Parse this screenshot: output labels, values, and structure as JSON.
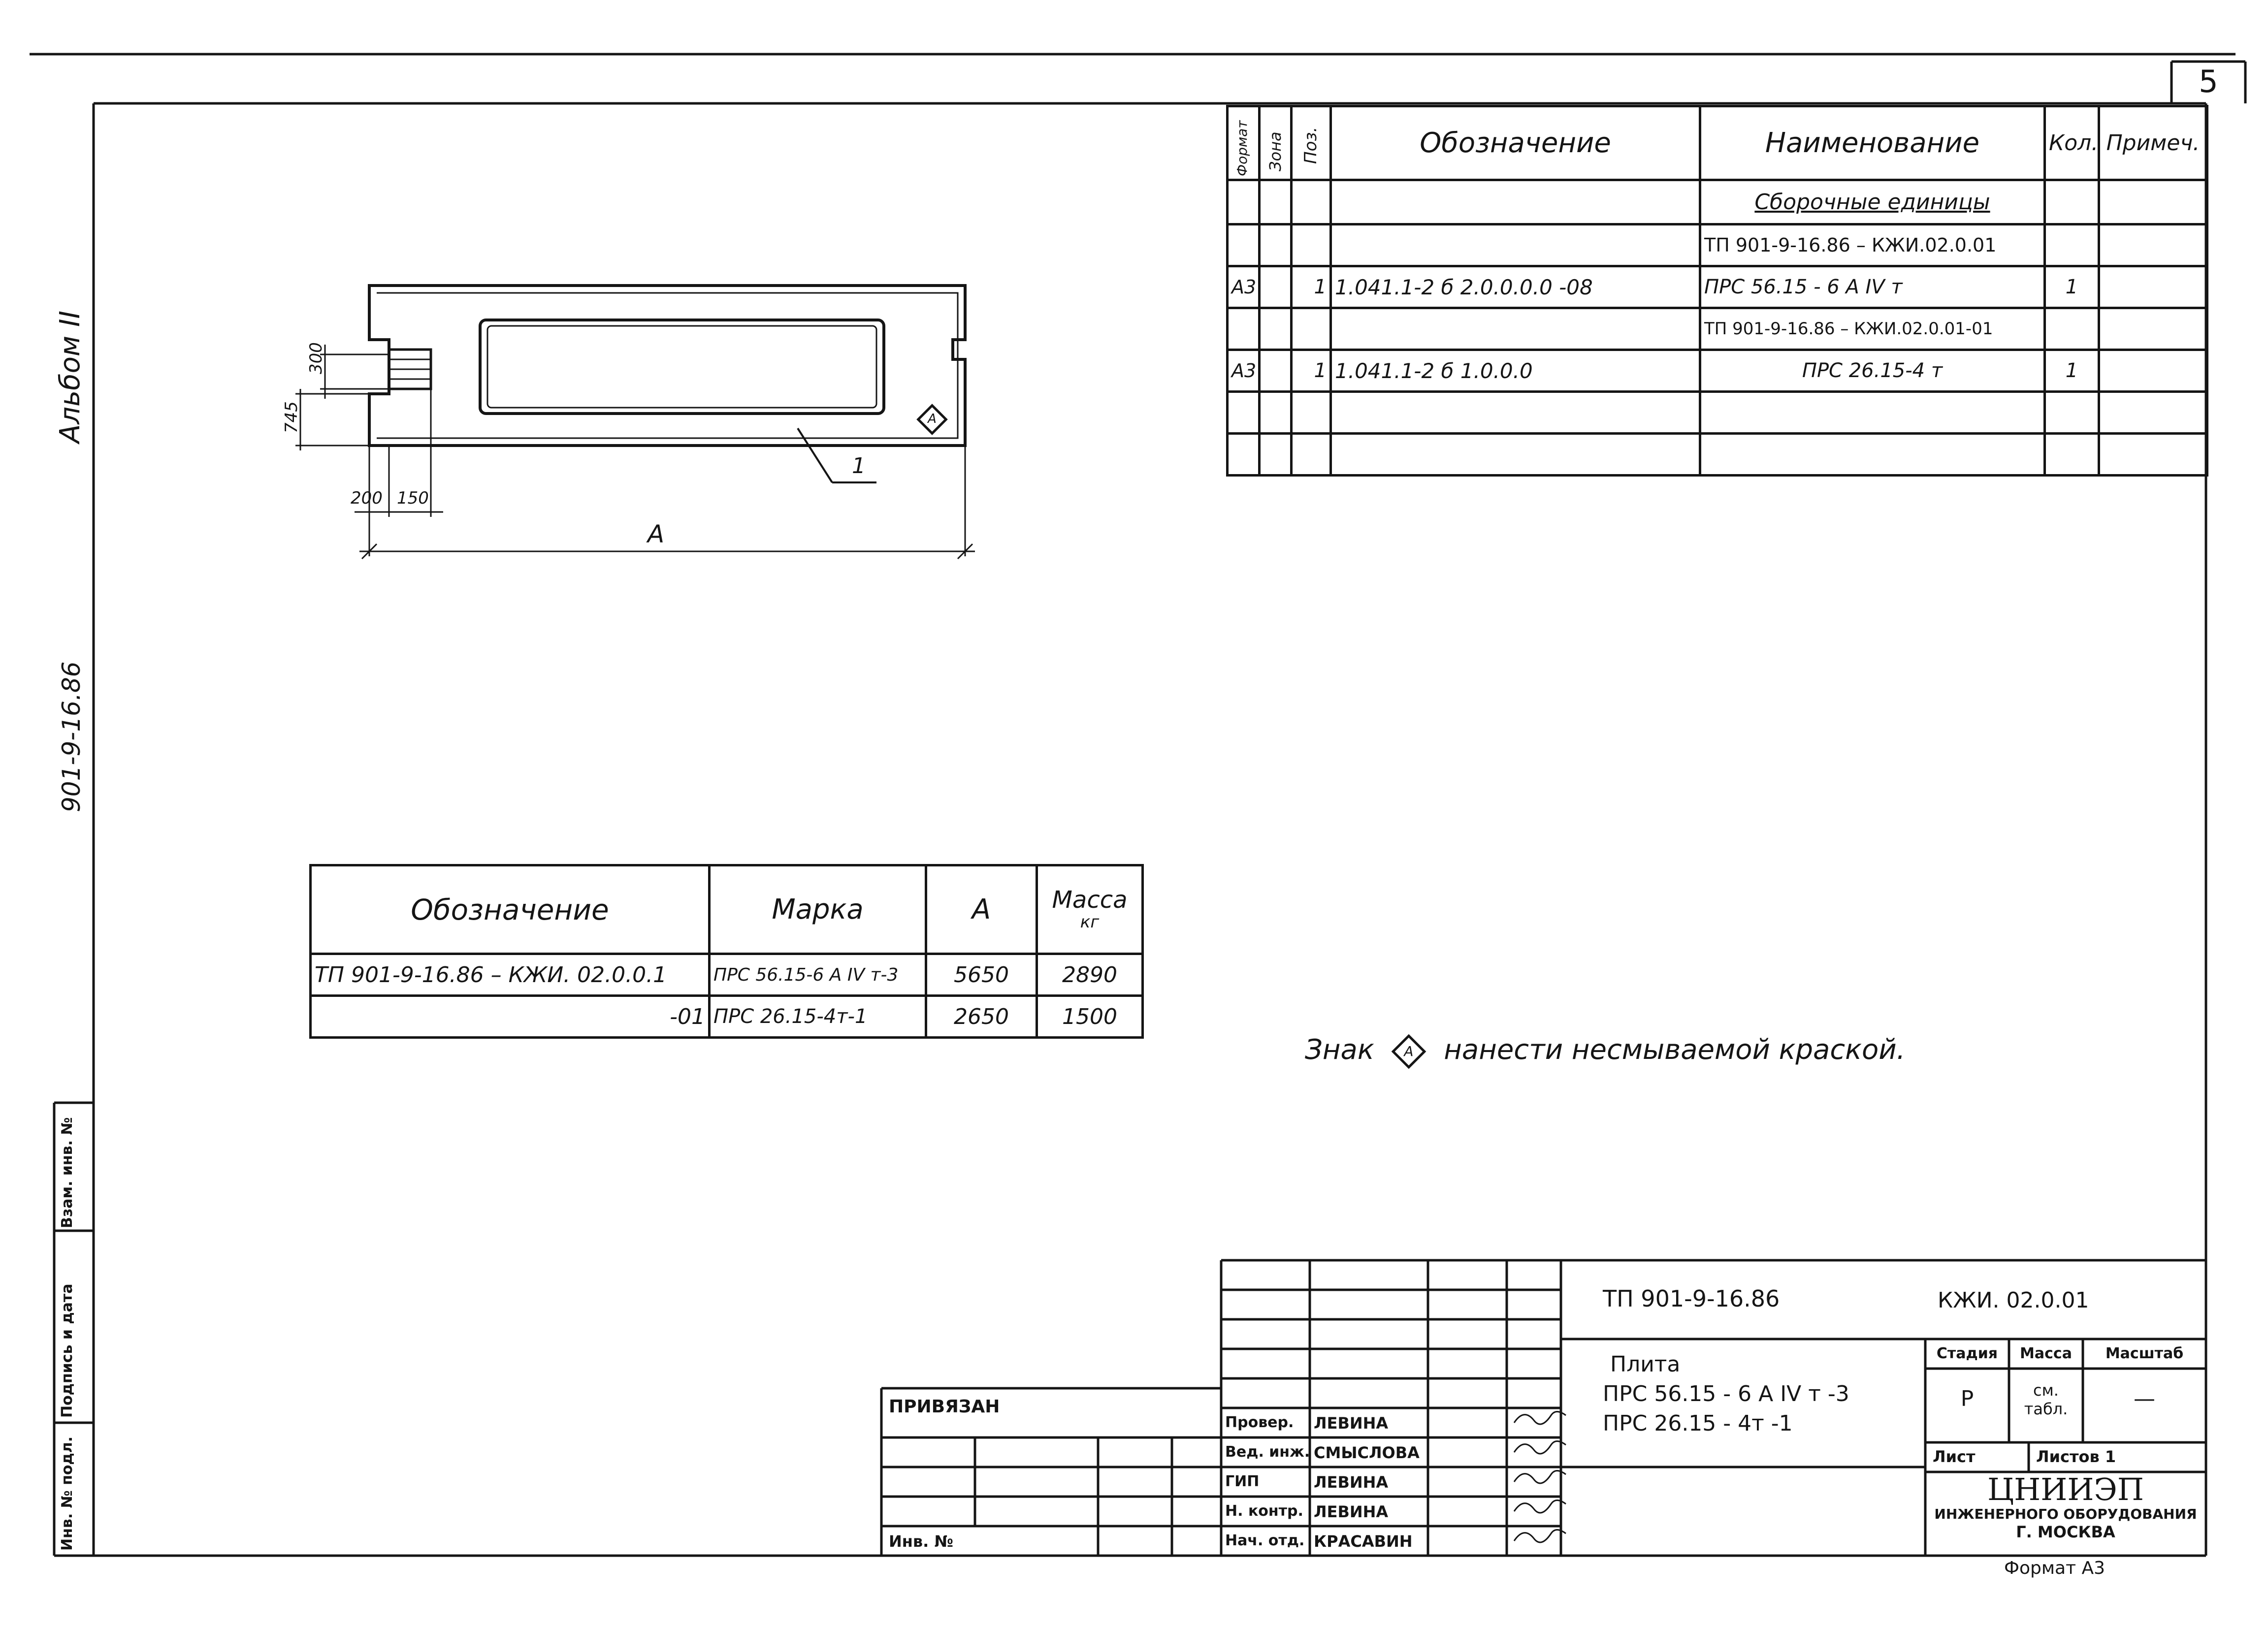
{
  "sheet": {
    "page_number": "5",
    "left_margin": {
      "album": "Альбом II",
      "project_code": "901-9-16.86",
      "stamp_labels": [
        "Инв. № подл.",
        "Подпись и дата",
        "Взам. инв. №"
      ]
    }
  },
  "drawing": {
    "dimensions": {
      "d300": "300",
      "d745": "745",
      "d200": "200",
      "d150": "150",
      "length": "А"
    },
    "leader_label": "1",
    "marking_symbol": "А"
  },
  "spec_table": {
    "headers": {
      "format": "Формат",
      "zone": "Зона",
      "pos": "Поз.",
      "designation": "Обозначение",
      "name": "Наименование",
      "qty": "Кол.",
      "note": "Примеч."
    },
    "rows": [
      {
        "format": "",
        "zone": "",
        "pos": "",
        "designation": "",
        "name": "Сборочные единицы",
        "qty": "",
        "note": ""
      },
      {
        "format": "",
        "zone": "",
        "pos": "",
        "designation": "",
        "name": "ТП 901-9-16.86 – КЖИ.02.0.01",
        "qty": "",
        "note": ""
      },
      {
        "format": "А3",
        "zone": "",
        "pos": "1",
        "designation": "1.041.1-2 б 2.0.0.0.0 -08",
        "name": "ПРС 56.15 - 6 А IV т",
        "qty": "1",
        "note": ""
      },
      {
        "format": "",
        "zone": "",
        "pos": "",
        "designation": "",
        "name": "ТП 901-9-16.86 – КЖИ.02.0.01-01",
        "qty": "",
        "note": ""
      },
      {
        "format": "А3",
        "zone": "",
        "pos": "1",
        "designation": "1.041.1-2 б 1.0.0.0",
        "name": "ПРС 26.15-4 т",
        "qty": "1",
        "note": ""
      },
      {
        "format": "",
        "zone": "",
        "pos": "",
        "designation": "",
        "name": "",
        "qty": "",
        "note": ""
      },
      {
        "format": "",
        "zone": "",
        "pos": "",
        "designation": "",
        "name": "",
        "qty": "",
        "note": ""
      }
    ]
  },
  "variant_table": {
    "headers": {
      "designation": "Обозначение",
      "mark": "Марка",
      "a": "А",
      "mass": "Масса",
      "mass_unit": "кг"
    },
    "rows": [
      {
        "designation": "ТП 901-9-16.86 – КЖИ. 02.0.0.1",
        "mark": "ПРС 56.15-6 А IV т-3",
        "a": "5650",
        "mass": "2890"
      },
      {
        "designation": "-01",
        "mark": "ПРС 26.15-4т-1",
        "a": "2650",
        "mass": "1500"
      }
    ]
  },
  "note": {
    "before": "Знак",
    "symbol": "А",
    "after": "нанести несмываемой краской."
  },
  "title_block": {
    "project": "ТП 901-9-16.86",
    "code": "КЖИ. 02.0.01",
    "title_line1": "Плита",
    "title_line2": "ПРС 56.15 - 6 А IV т -3",
    "title_line3": "ПРС 26.15 - 4т -1",
    "stage_label": "Стадия",
    "mass_label": "Масса",
    "scale_label": "Масштаб",
    "stage_value": "Р",
    "mass_value": "см. табл.",
    "scale_value": "—",
    "sheet_label": "Лист",
    "sheets_label": "Листов 1",
    "org_name": "ЦНИИЭП",
    "org_line2": "инженерного оборудования",
    "org_line3": "г. Москва",
    "format": "Формат А3",
    "linked_label": "Привязан",
    "inv_label": "Инв. №",
    "signatures": [
      {
        "role": "Провер.",
        "name": "Левина"
      },
      {
        "role": "Вед. инж.",
        "name": "Смыслова"
      },
      {
        "role": "ГИП",
        "name": "Левина"
      },
      {
        "role": "Н. контр.",
        "name": "Левина"
      },
      {
        "role": "Нач. отд.",
        "name": "Красавин"
      }
    ]
  }
}
